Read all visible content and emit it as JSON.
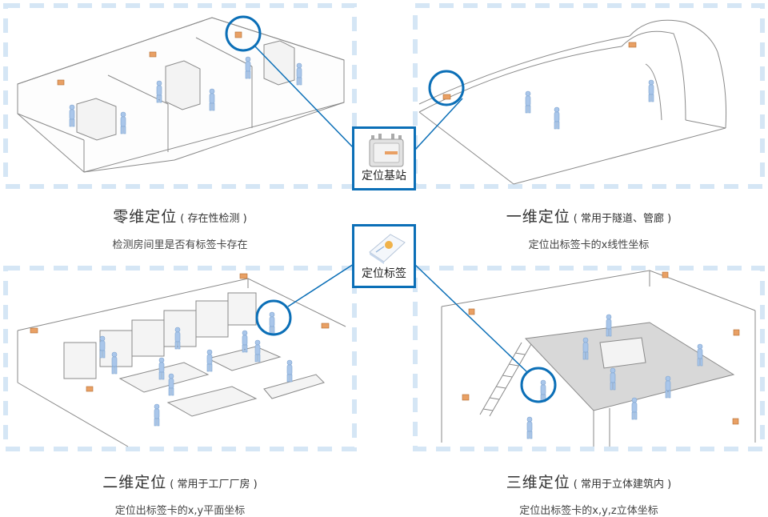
{
  "panels": [
    {
      "id": "zero-dim",
      "title": "零维定位",
      "paren": "( 存在性检测 )",
      "subtitle": "检测房间里是否有标签卡存在"
    },
    {
      "id": "one-dim",
      "title": "一维定位",
      "paren": "( 常用于隧道、管廊 )",
      "subtitle": "定位出标签卡的x线性坐标"
    },
    {
      "id": "two-dim",
      "title": "二维定位",
      "paren": "( 常用于工厂厂房 )",
      "subtitle": "定位出标签卡的x,y平面坐标"
    },
    {
      "id": "three-dim",
      "title": "三维定位",
      "paren": "( 常用于立体建筑内 )",
      "subtitle": "定位出标签卡的x,y,z立体坐标"
    }
  ],
  "devices": {
    "base_station": {
      "label": "定位基站"
    },
    "tag": {
      "label": "定位标签"
    }
  },
  "colors": {
    "frame_dash": "#d5e6f5",
    "accent": "#0b6fb7",
    "person": "#a9c6ea",
    "anchor": "#e9a064",
    "line": "#8a8a8a"
  }
}
